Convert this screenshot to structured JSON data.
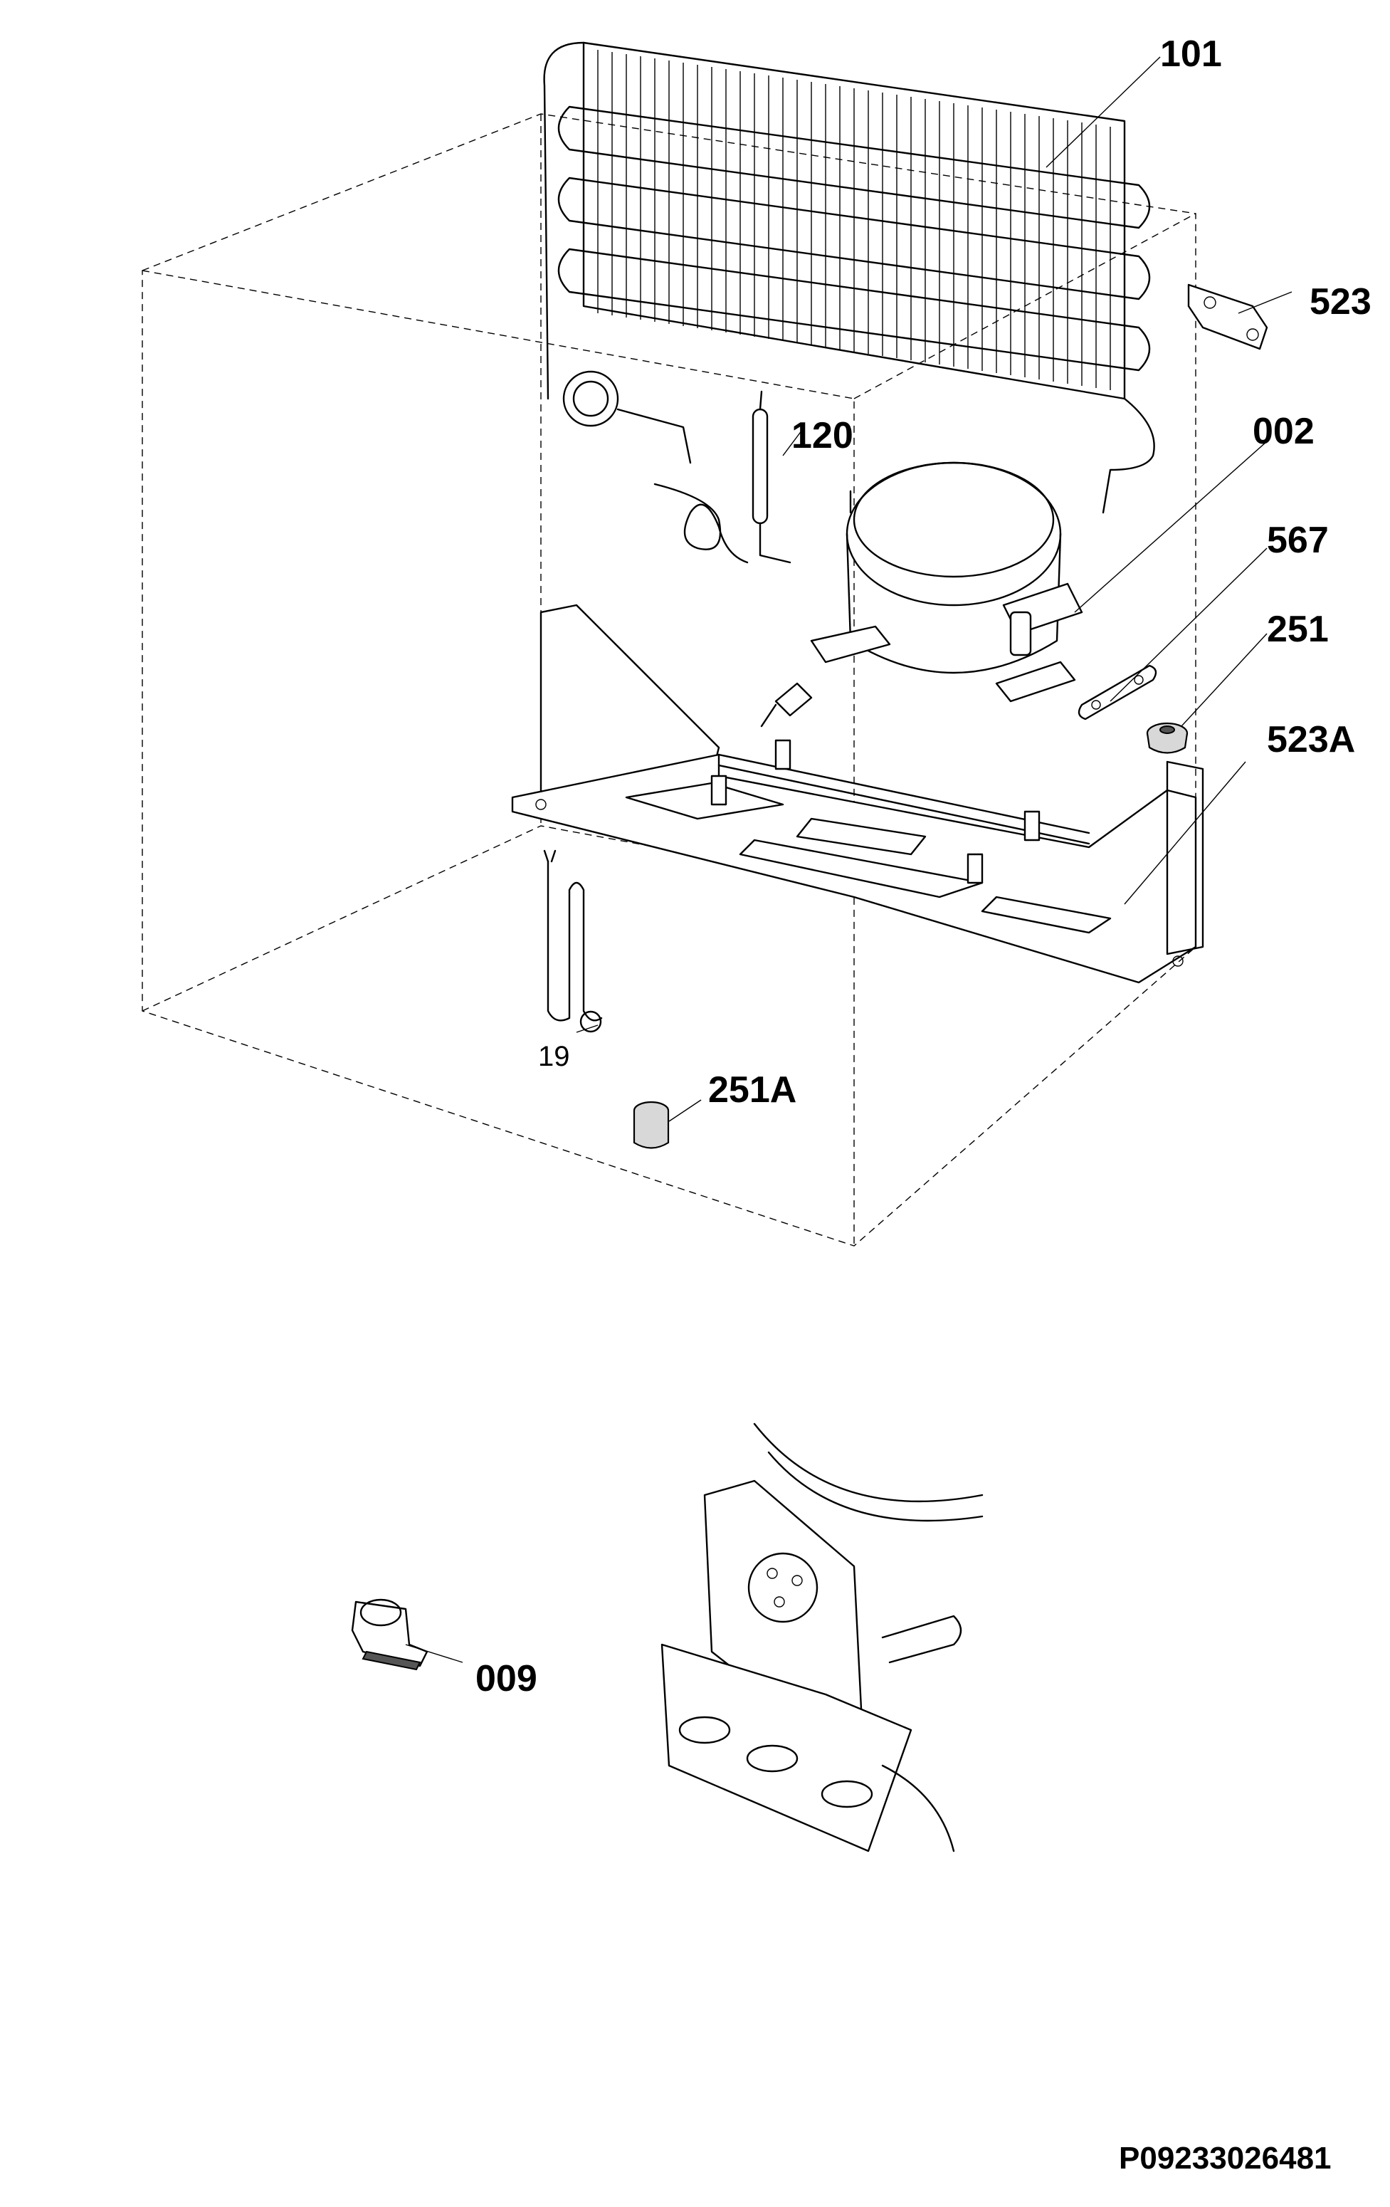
{
  "diagram": {
    "colors": {
      "line": "#000000",
      "background": "#ffffff",
      "shade": "#d8d8d8"
    },
    "callouts": [
      {
        "id": "101",
        "label": "101"
      },
      {
        "id": "523",
        "label": "523"
      },
      {
        "id": "120",
        "label": "120"
      },
      {
        "id": "002",
        "label": "002"
      },
      {
        "id": "567",
        "label": "567"
      },
      {
        "id": "251",
        "label": "251"
      },
      {
        "id": "523A",
        "label": "523A"
      },
      {
        "id": "19",
        "label": "19"
      },
      {
        "id": "251A",
        "label": "251A"
      },
      {
        "id": "009",
        "label": "009"
      }
    ],
    "document_number": "P09233026481"
  }
}
